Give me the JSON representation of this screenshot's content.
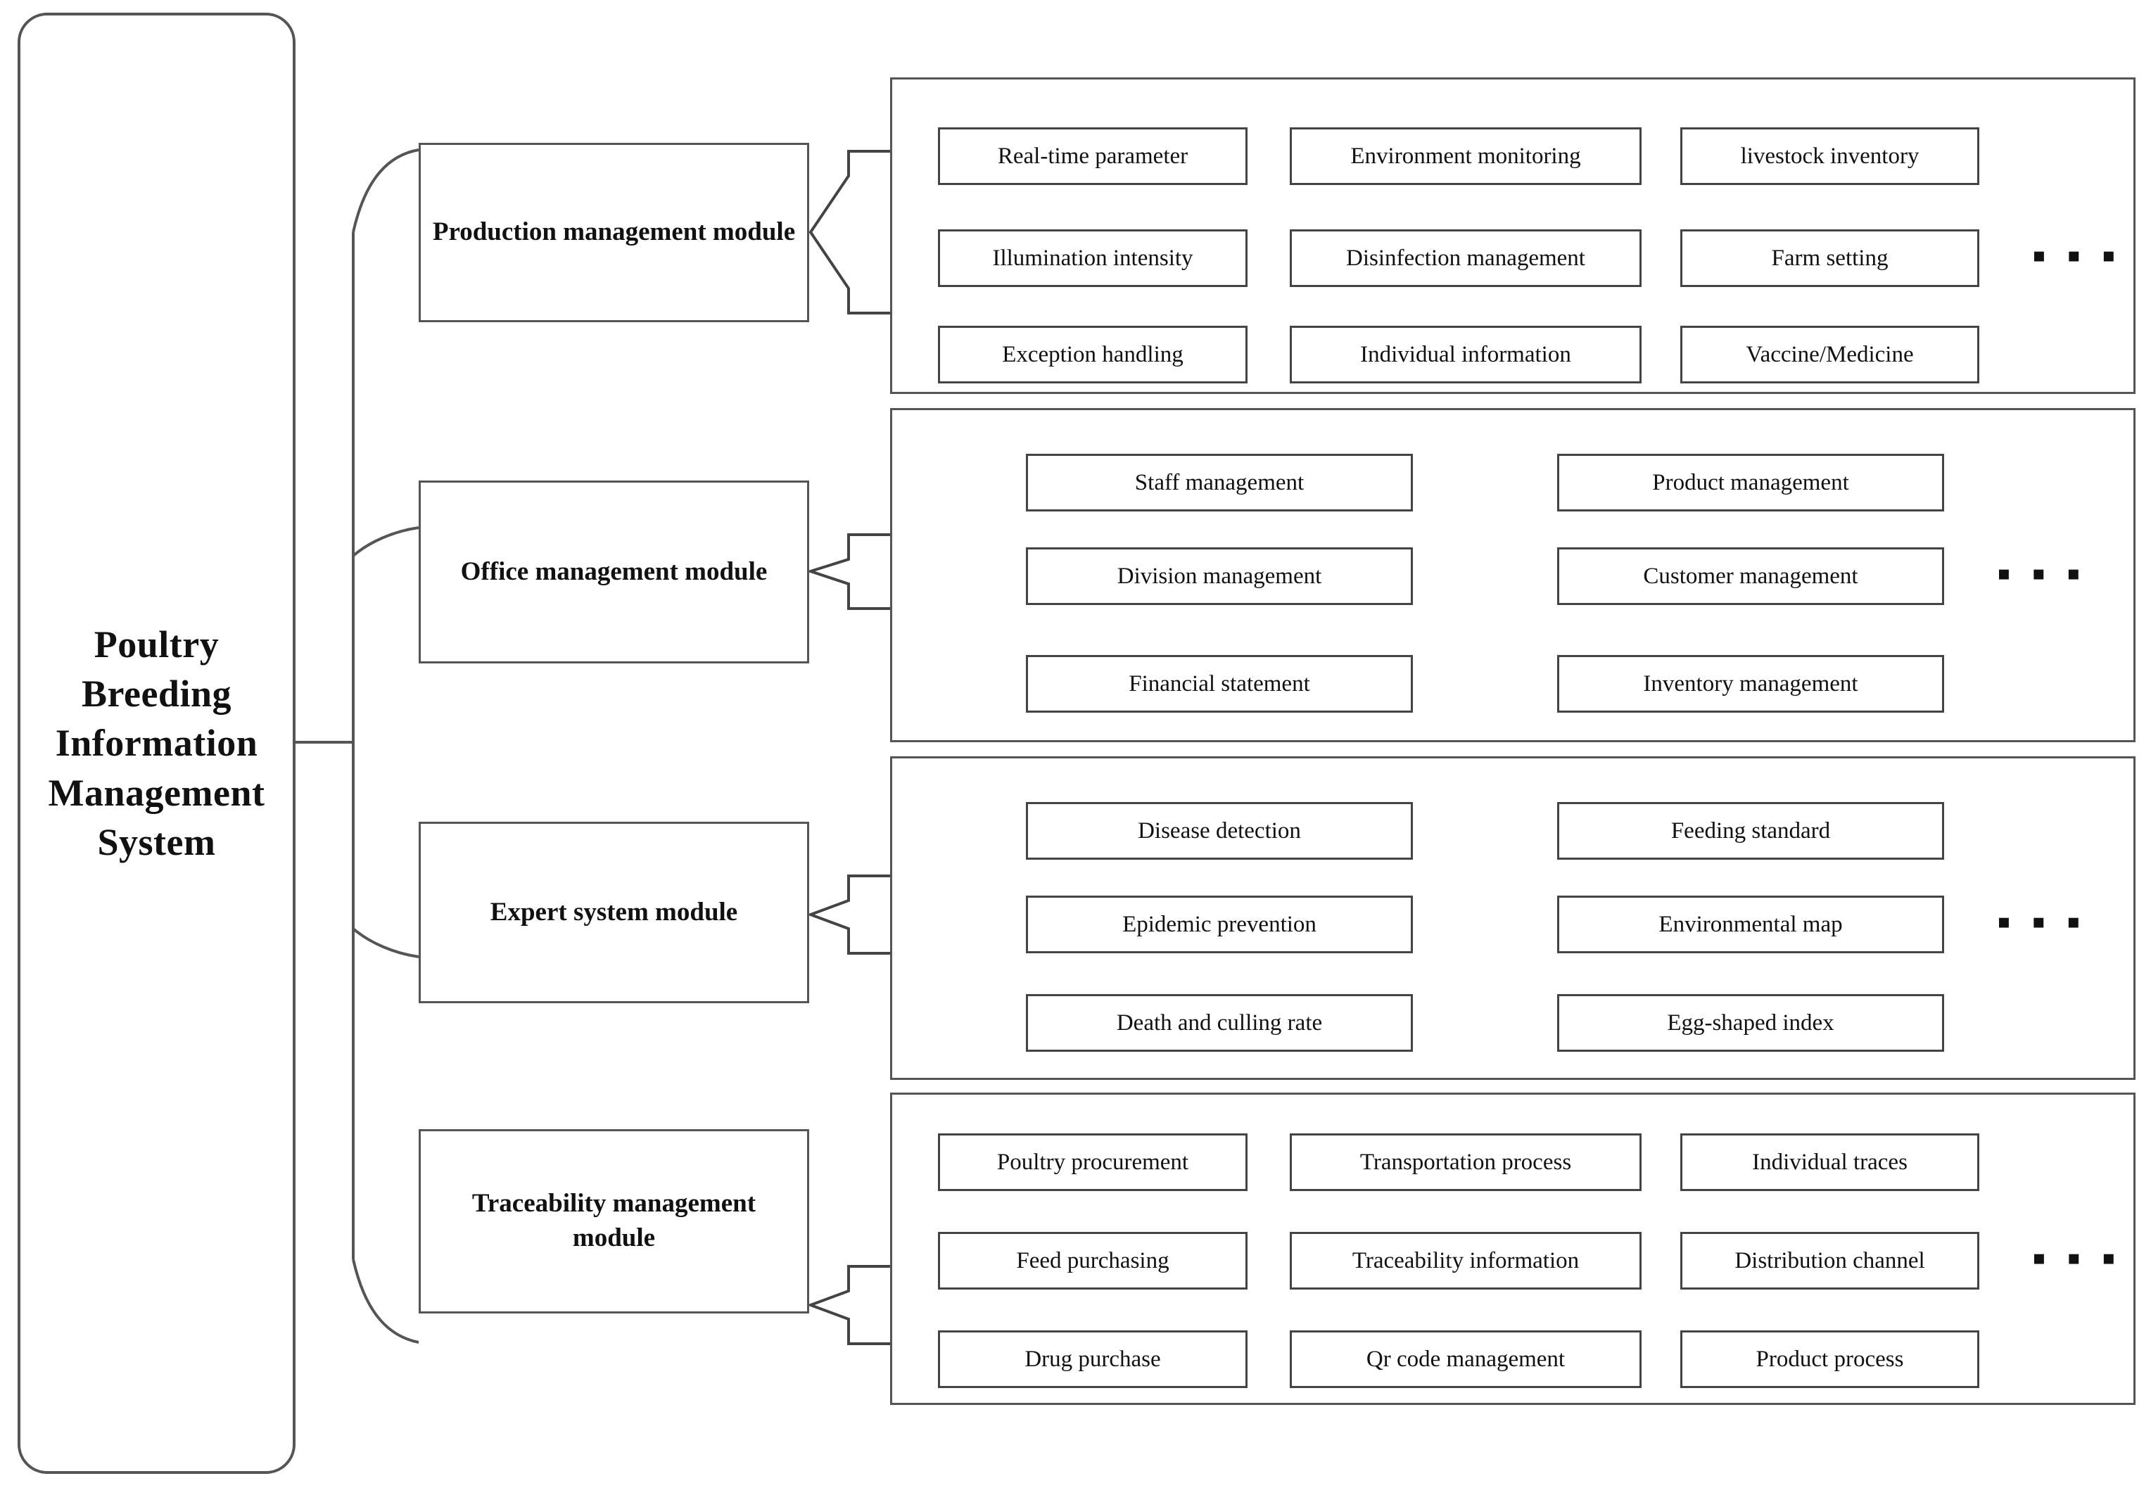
{
  "diagram": {
    "title": "Poultry Breeding Information Management System",
    "root": {
      "label": "Poultry\nBreeding\nInformation\nManagement\nSystem",
      "shape": "rounded-rectangle"
    },
    "ellipsis_glyph": "▪ ▪ ▪",
    "colors": {
      "line": "#555555",
      "leaf_border": "#444444",
      "text": "#111111",
      "background": "#ffffff"
    },
    "modules": [
      {
        "id": "production",
        "label": "Production management module",
        "columns": 3,
        "has_ellipsis": true,
        "items": [
          "Real-time parameter",
          "Environment monitoring",
          "livestock inventory",
          "Illumination intensity",
          "Disinfection management",
          "Farm setting",
          "Exception handling",
          "Individual information",
          "Vaccine/Medicine"
        ]
      },
      {
        "id": "office",
        "label": "Office management module",
        "columns": 2,
        "has_ellipsis": true,
        "items": [
          "Staff management",
          "Product management",
          "Division management",
          "Customer management",
          "Financial statement",
          "Inventory management"
        ]
      },
      {
        "id": "expert",
        "label": "Expert system module",
        "columns": 2,
        "has_ellipsis": true,
        "items": [
          "Disease detection",
          "Feeding standard",
          "Epidemic prevention",
          "Environmental map",
          "Death and culling rate",
          "Egg-shaped index"
        ]
      },
      {
        "id": "traceability",
        "label": "Traceability management module",
        "columns": 3,
        "has_ellipsis": true,
        "items": [
          "Poultry procurement",
          "Transportation process",
          "Individual traces",
          "Feed purchasing",
          "Traceability information",
          "Distribution channel",
          "Drug purchase",
          "Qr code management",
          "Product process"
        ]
      }
    ]
  }
}
